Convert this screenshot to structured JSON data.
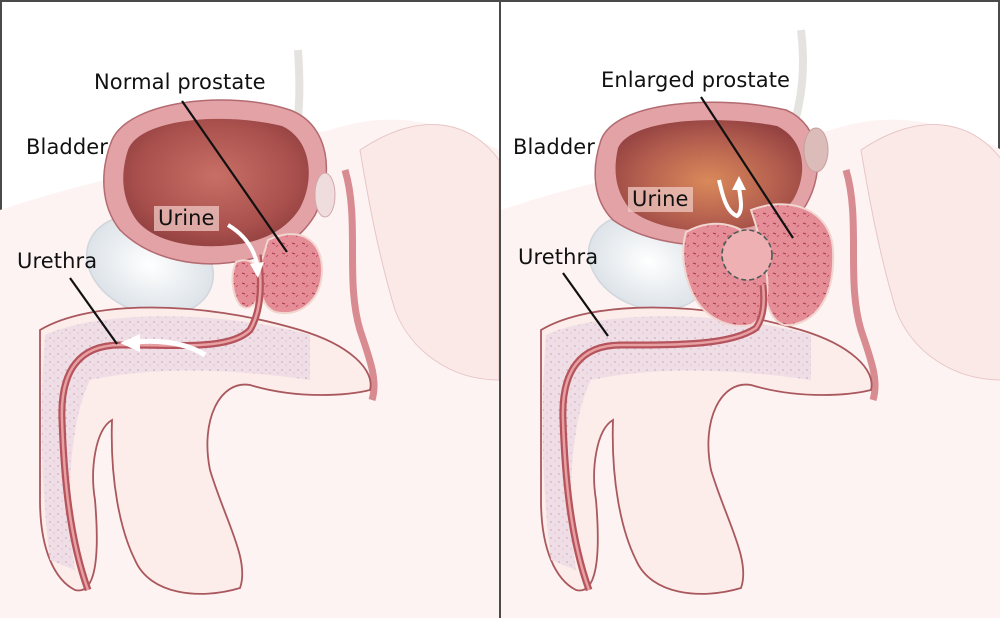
{
  "figure": {
    "panels": [
      {
        "id": "normal",
        "title_label": "Normal prostate",
        "labels": {
          "bladder": "Bladder",
          "urine": "Urine",
          "urethra": "Urethra"
        },
        "flow_direction": "urine flows down through urethra"
      },
      {
        "id": "enlarged",
        "title_label": "Enlarged prostate",
        "labels": {
          "bladder": "Bladder",
          "urine": "Urine",
          "urethra": "Urethra"
        },
        "flow_direction": "urine flow blocked, arrow points back up"
      }
    ],
    "colors": {
      "border": "#4a4a4a",
      "bladder_wall": "#d98c92",
      "bladder_inner": "#b55a55",
      "prostate": "#e28d96",
      "skin": "#fbeceb",
      "outline": "#a9585d",
      "spongy_tissue": "#efdde6",
      "pubic_bone": "#e8ecf0",
      "leader_line": "#111111"
    }
  }
}
